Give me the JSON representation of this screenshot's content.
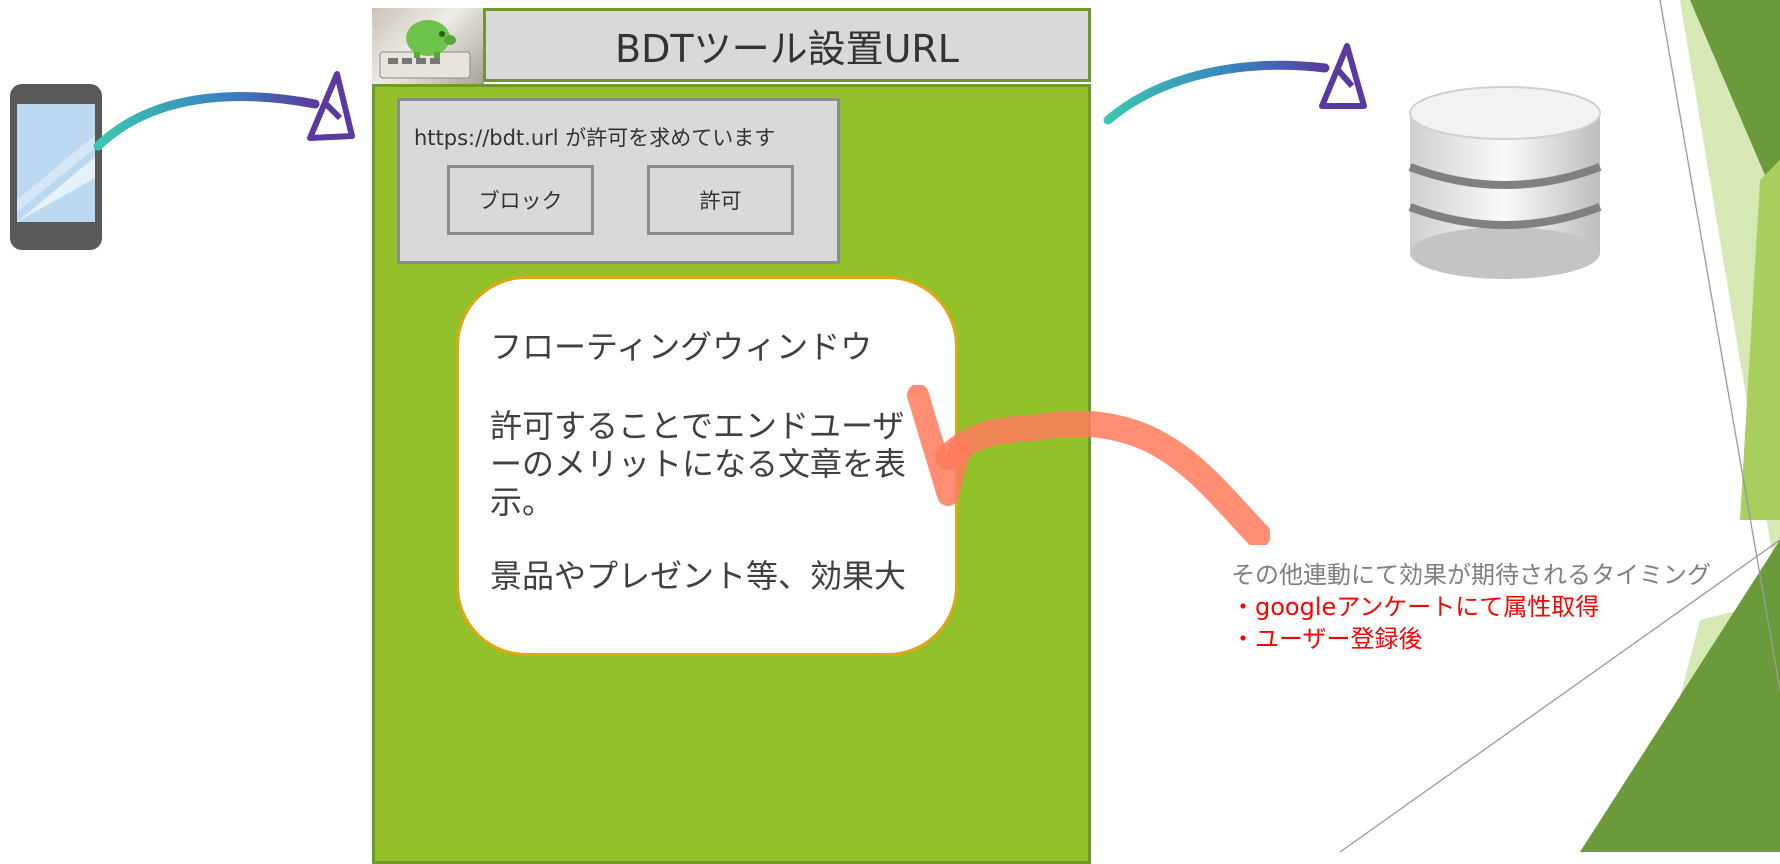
{
  "header": {
    "title": "BDTツール設置URL",
    "thumbnail_icon": "piggy-bank-calculator-photo"
  },
  "dialog": {
    "message": "https://bdt.url が許可を求めています",
    "block_label": "ブロック",
    "allow_label": "許可"
  },
  "floating_window": {
    "title": "フローティングウィンドウ",
    "body": "許可することでエンドユーザーのメリットになる文章を表示。",
    "note": "景品やプレゼント等、効果大"
  },
  "timing": {
    "caption": "その他連動にて効果が期待されるタイミング",
    "items": [
      "・googleアンケートにて属性取得",
      "・ユーザー登録後"
    ]
  },
  "icons": {
    "left_device": "smartphone-icon",
    "right_storage": "database-icon"
  },
  "colors": {
    "panel_green": "#92c12a",
    "panel_border": "#6f9a2a",
    "dialog_gray": "#d9d9d9",
    "floating_border": "#e0a615",
    "highlight_red": "#ff0000",
    "arrow_orange": "#ff7a5c",
    "arrow_teal": "#3bb6a8",
    "arrow_purple": "#5a3aa0",
    "deco_dark_green": "#6b9a3a",
    "deco_light_green": "#d6e8b4"
  }
}
